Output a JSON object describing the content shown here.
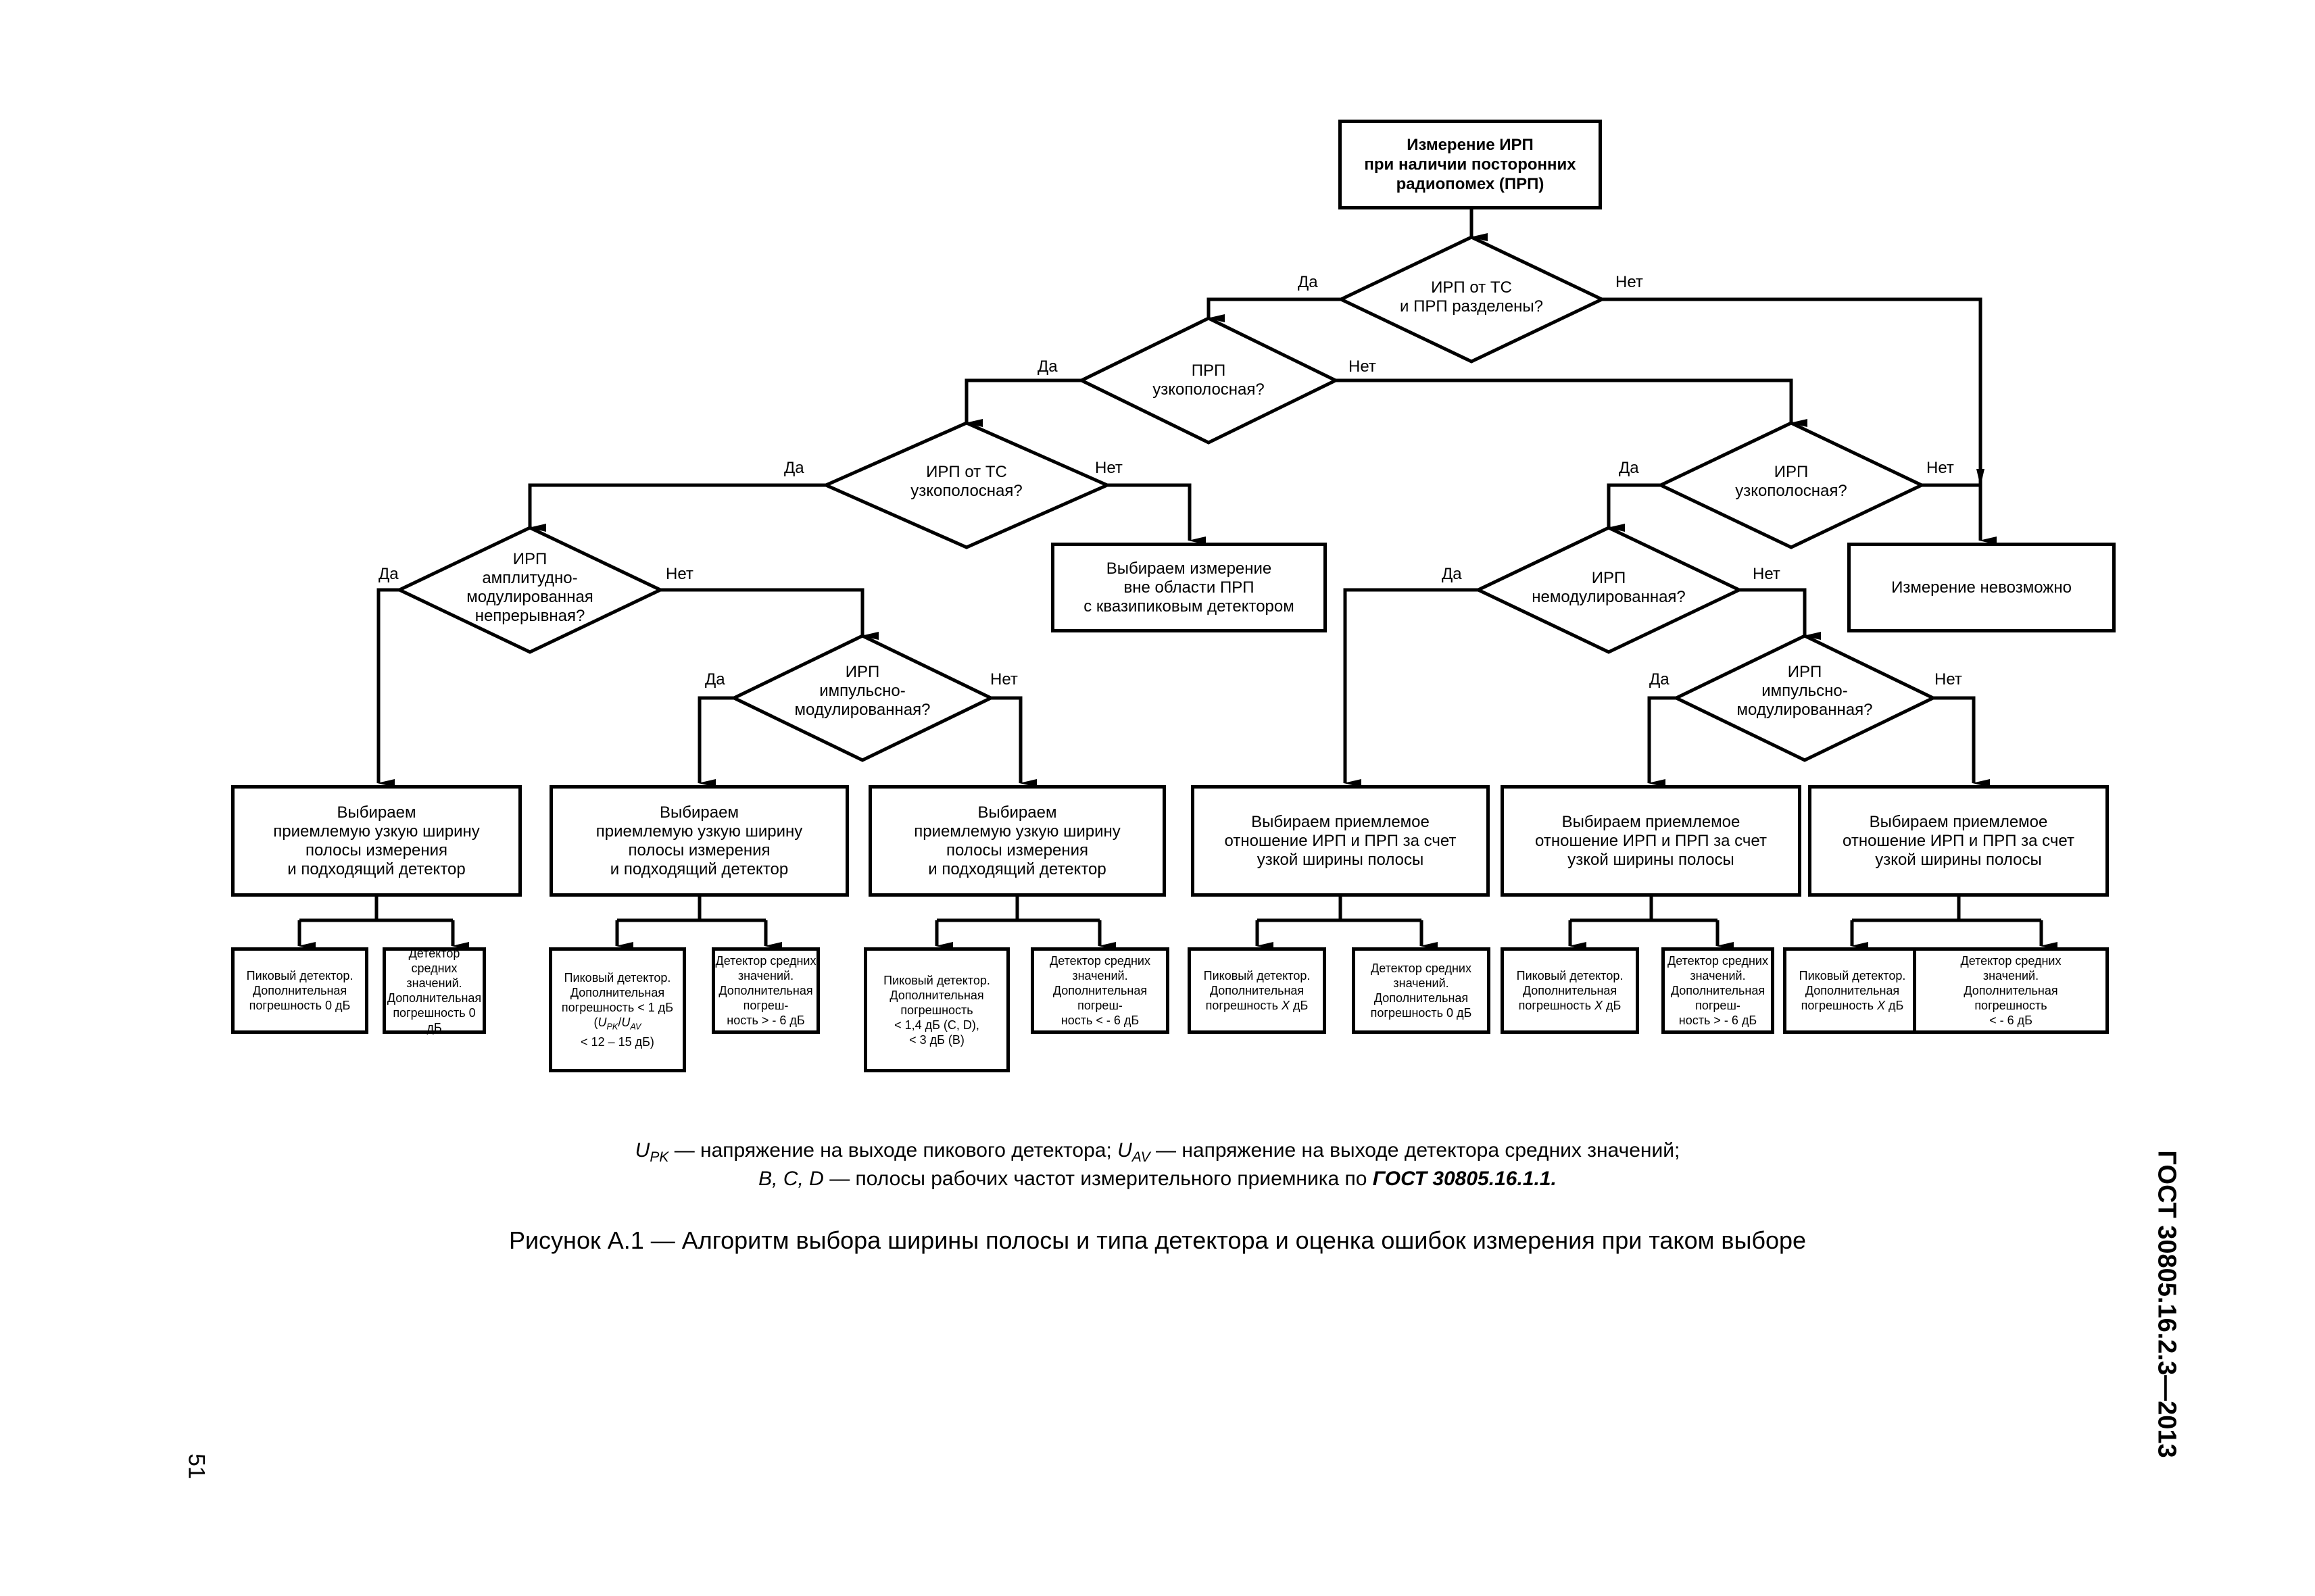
{
  "flowchart": {
    "start": "Измерение ИРП\nпри наличии посторонних\nрадиопомех (ПРП)",
    "decisions": {
      "d1": "ИРП от ТС\nи ПРП разделены?",
      "d2": "ПРП\nузкополосная?",
      "d3": "ИРП от ТС\nузкополосная?",
      "d4": "ИРП\nамплитудно-\nмодулированная\nнепрерывная?",
      "d5": "ИРП\nимпульсно-\nмодулированная?",
      "d6": "ИРП\nузкополосная?",
      "d7": "ИРП\nнемодулированная?",
      "d8": "ИРП\nимпульсно-\nмодулированная?"
    },
    "branch_labels": {
      "yes": "Да",
      "no": "Нет"
    },
    "actions": {
      "outside_prp": "Выбираем измерение\nвне области ПРП\nс квазипиковым детектором",
      "impossible": "Измерение невозможно",
      "a1": "Выбираем\nприемлемую узкую ширину\nполосы измерения\nи подходящий детектор",
      "a2": "Выбираем\nприемлемую узкую ширину\nполосы измерения\nи подходящий детектор",
      "a3": "Выбираем\nприемлемую узкую ширину\nполосы измерения\nи подходящий детектор",
      "a4": "Выбираем приемлемое\nотношение ИРП и ПРП за счет\nузкой ширины полосы",
      "a5": "Выбираем приемлемое\nотношение ИРП и ПРП за счет\nузкой ширины полосы",
      "a6": "Выбираем приемлемое\nотношение ИРП и ПРП за счет\nузкой ширины полосы"
    },
    "results": {
      "r1a": "Пиковый детектор.\nДополнительная\nпогрешность 0 дБ",
      "r1b": "Детектор средних\nзначений.\nДополнительная\nпогрешность 0 дБ",
      "r2a": "Пиковый детектор.\nДополнительная\nпогрешность < 1 дБ\n(U_PK/U_AV\n< 12 – 15 дБ)",
      "r2b": "Детектор средних\nзначений.\nДополнительная\nпогреш-\nность > - 6 дБ",
      "r3a": "Пиковый детектор.\nДополнительная\nпогрешность\n< 1,4 дБ (C, D),\n< 3 дБ (B)",
      "r3b": "Детектор средних\nзначений.\nДополнительная\nпогреш-\nность < - 6 дБ",
      "r4a": "Пиковый детектор.\nДополнительная\nпогрешность X дБ",
      "r4b": "Детектор средних\nзначений.\nДополнительная\nпогрешность 0 дБ",
      "r5a": "Пиковый детектор.\nДополнительная\nпогрешность X дБ",
      "r5b": "Детектор средних\nзначений.\nДополнительная\nпогреш-\nность > - 6 дБ",
      "r6a": "Пиковый детектор.\nДополнительная\nпогрешность X дБ",
      "r6b": "Детектор средних\nзначений.\nДополнительная\nпогрешность\n< - 6 дБ"
    }
  },
  "notes": {
    "line1_upk": "U",
    "line1_upk_sub": "PK",
    "line1_a": " — напряжение на выходе пикового детектора; ",
    "line1_uav": "U",
    "line1_uav_sub": "AV",
    "line1_b": " — напряжение на выходе  детектора средних значений;",
    "line2_bands": "B, C, D",
    "line2_text": " — полосы рабочих частот измерительного приемника по ",
    "line2_ref": "ГОСТ 30805.16.1.1."
  },
  "caption": "Рисунок А.1 — Алгоритм выбора ширины полосы и типа детектора и оценка ошибок измерения при таком выборе",
  "standard_id": "ГОСТ 30805.16.2.3—2013",
  "page_number": "51"
}
